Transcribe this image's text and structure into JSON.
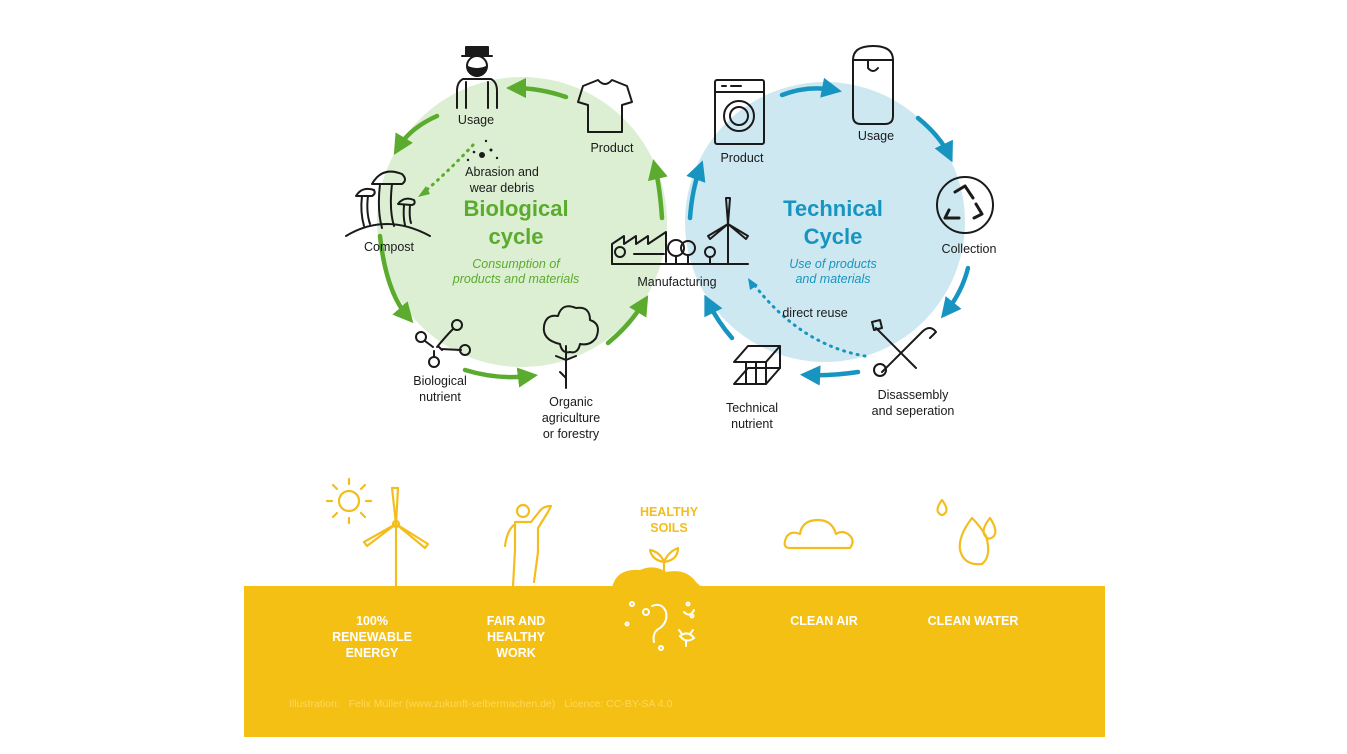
{
  "biological": {
    "title_1": "Biological",
    "title_2": "cycle",
    "subtitle_1": "Consumption of",
    "subtitle_2": "products and materials",
    "usage": "Usage",
    "product": "Product",
    "abrasion_1": "Abrasion and",
    "abrasion_2": "wear debris",
    "compost": "Compost",
    "nutrient_1": "Biological",
    "nutrient_2": "nutrient",
    "organic_1": "Organic",
    "organic_2": "agriculture",
    "organic_3": "or forestry"
  },
  "manufacturing": "Manufacturing",
  "technical": {
    "title_1": "Technical",
    "title_2": "Cycle",
    "subtitle_1": "Use of products",
    "subtitle_2": "and materials",
    "product": "Product",
    "usage": "Usage",
    "collection": "Collection",
    "direct_reuse": "direct reuse",
    "disassembly_1": "Disassembly",
    "disassembly_2": "and seperation",
    "nutrient_1": "Technical",
    "nutrient_2": "nutrient"
  },
  "benefits": {
    "energy_1": "100%",
    "energy_2": "RENEWABLE",
    "energy_3": "ENERGY",
    "work_1": "FAIR AND",
    "work_2": "HEALTHY",
    "work_3": "WORK",
    "soils_1": "HEALTHY",
    "soils_2": "SOILS",
    "air": "CLEAN AIR",
    "water": "CLEAN WATER"
  },
  "credit": {
    "label": "Illustration:",
    "author": "Felix Müller (www.zukunft-selbermachen.de)",
    "licence": "Licence: CC-BY-SA 4.0"
  },
  "colors": {
    "bio_green": "#5aab2e",
    "bio_fill": "#dcefd2",
    "tech_blue": "#1795c0",
    "tech_fill": "#cde8f1",
    "band_yellow": "#f5c014",
    "icon_yellow": "#f3be1d"
  }
}
